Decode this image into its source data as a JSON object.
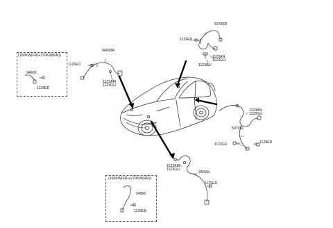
{
  "diagram": {
    "part_labels": {
      "p59795R": "59795R",
      "p1129ED_top": "1129ED",
      "p1123AN_top": "1123AN",
      "p1123GU_top": "1123GU",
      "p1123GV_top": "1123GV",
      "p94600R": "94600R",
      "p1129ED_left": "1129ED",
      "p1123AM_mid": "1123AM",
      "p1123GU_mid": "1123GU",
      "p1123AN_right": "1123AN",
      "p1123GU_right": "1123GU",
      "p59795L": "59795L",
      "p1123GV_right": "1123GV",
      "p1129ED_right": "1129ED",
      "p1123AM_bottom": "1123AM",
      "p1123GU_bottom": "1123GU",
      "p94600L": "94600L",
      "p1129ED_bottom": "1129ED"
    },
    "inset_top": {
      "title": "(160KW(FR)+270KW(RR))",
      "part": "94600",
      "bolt": "1129ED"
    },
    "inset_bottom": {
      "title": "(160KW(FR)+270KW(RR))",
      "part": "94600",
      "bolt": "1129ED"
    }
  }
}
